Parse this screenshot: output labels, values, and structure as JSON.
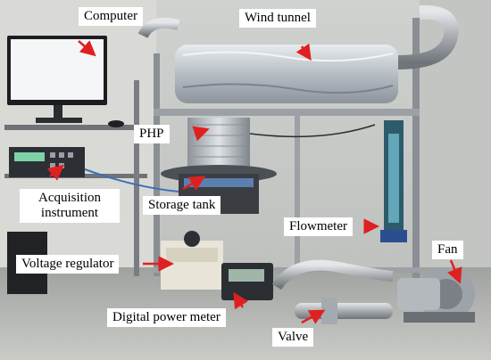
{
  "labels": {
    "computer": "Computer",
    "wind_tunnel": "Wind tunnel",
    "php": "PHP",
    "acquisition_instrument": [
      "Acquisition",
      "instrument"
    ],
    "storage_tank": "Storage tank",
    "flowmeter": "Flowmeter",
    "fan": "Fan",
    "voltage_regulator": "Voltage regulator",
    "digital_power_meter": "Digital power meter",
    "valve": "Valve"
  },
  "colors": {
    "arrow": "#e02020",
    "label_background": "#ffffff",
    "label_text": "#000000"
  }
}
